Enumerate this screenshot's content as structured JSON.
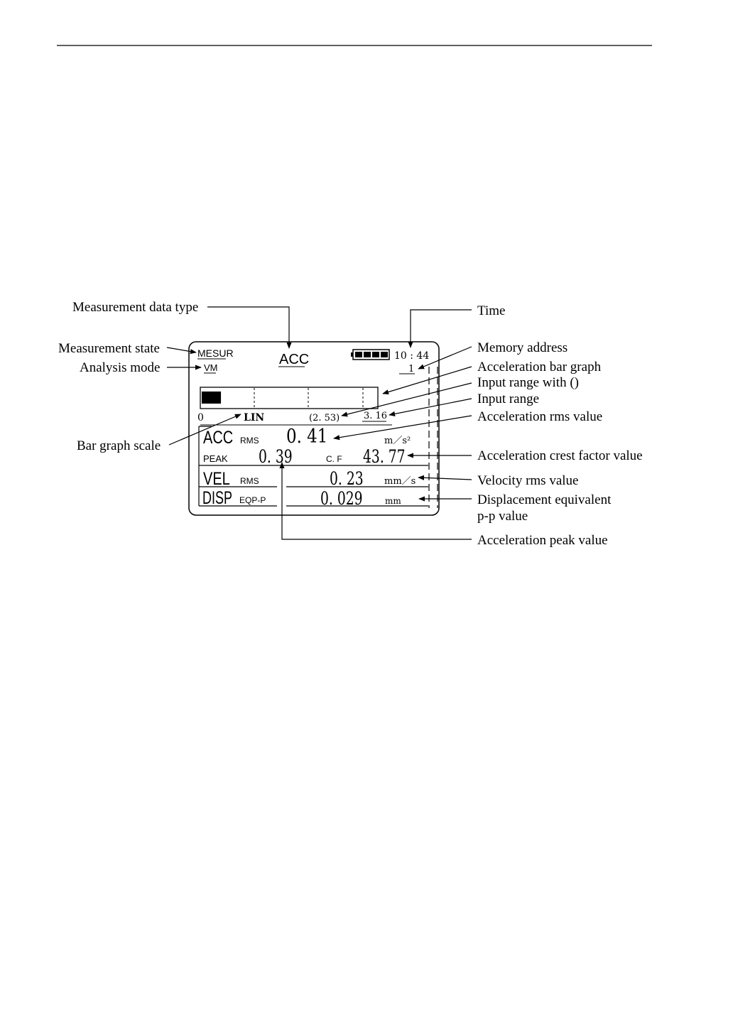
{
  "annotations": {
    "measurement_data_type": "Measurement data type",
    "measurement_state": "Measurement state",
    "analysis_mode": "Analysis mode",
    "bar_graph_scale": "Bar graph scale",
    "time": "Time",
    "memory_address": "Memory address",
    "acceleration_bar_graph": "Acceleration bar graph",
    "input_range_with_parens": "Input range with ()",
    "input_range": "Input range",
    "acceleration_rms_value": "Acceleration rms value",
    "acceleration_crest_factor_value": "Acceleration crest factor value",
    "velocity_rms_value": "Velocity rms value",
    "displacement_equivalent_line1": "Displacement equivalent",
    "displacement_equivalent_line2": "p-p value",
    "acceleration_peak_value": "Acceleration peak value"
  },
  "display": {
    "state": "MESUR",
    "mode": "VM",
    "data_type": "ACC",
    "time": "10 : 44",
    "memory_address": "1",
    "battery_segments": 4,
    "bar_level_fraction": 0.11,
    "scale_zero": "0",
    "scale_type": "LIN",
    "range_paren": "(2. 53)",
    "range": "3. 16",
    "acc_label": "ACC",
    "acc_rms_label": "RMS",
    "acc_rms_value": "0. 41",
    "acc_unit": "m／s²",
    "peak_label": "PEAK",
    "peak_value": "0. 39",
    "cf_label": "C. F",
    "cf_value": "43. 77",
    "vel_label": "VEL",
    "vel_rms_label": "RMS",
    "vel_value": "0. 23",
    "vel_unit": "mm／s",
    "disp_label": "DISP",
    "disp_mode_label": "EQP-P",
    "disp_value": "0. 029",
    "disp_unit": "mm"
  }
}
